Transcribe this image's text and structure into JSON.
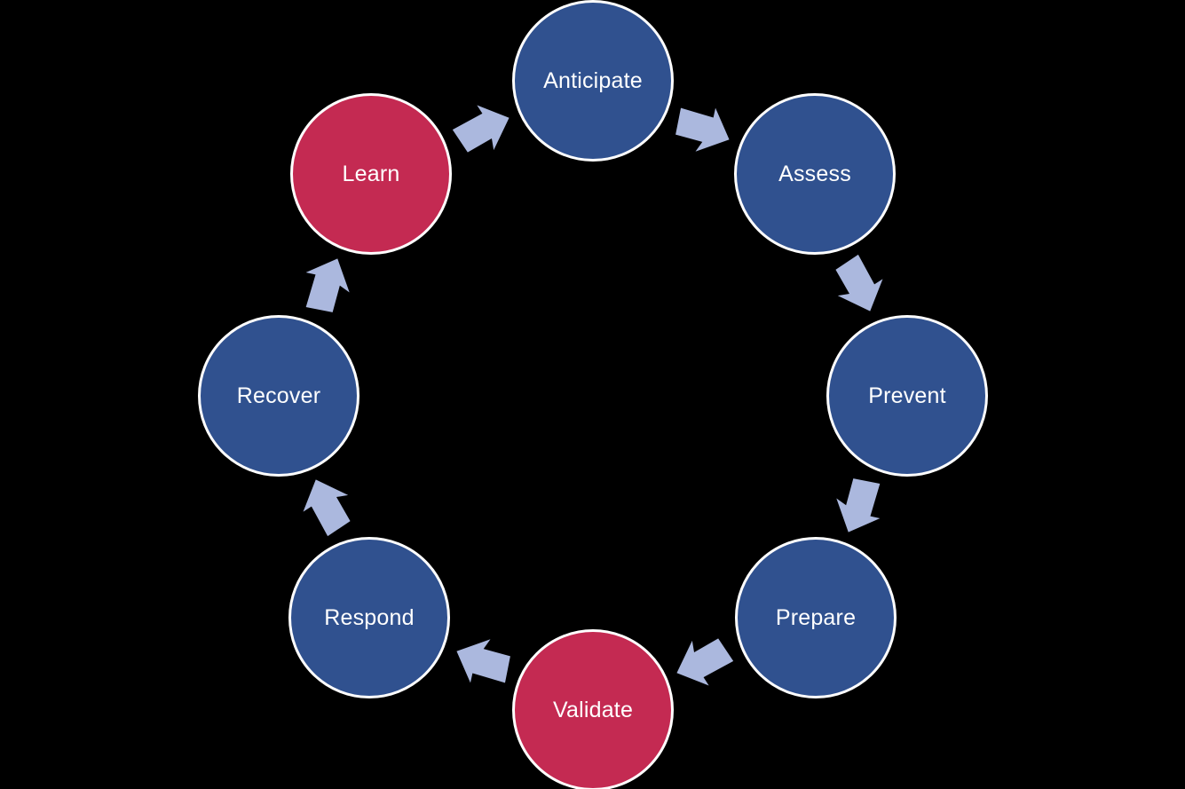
{
  "diagram": {
    "type": "cycle",
    "direction": "clockwise",
    "colors": {
      "blue": "#30518F",
      "red": "#C42A52",
      "arrow": "#ABB8DE",
      "border": "#FFFFFF",
      "text": "#FFFFFF",
      "background": "#000000"
    },
    "nodes": [
      {
        "label": "Anticipate",
        "color": "blue",
        "position": "top"
      },
      {
        "label": "Assess",
        "color": "blue",
        "position": "top-right"
      },
      {
        "label": "Prevent",
        "color": "blue",
        "position": "right"
      },
      {
        "label": "Prepare",
        "color": "blue",
        "position": "bottom-right"
      },
      {
        "label": "Validate",
        "color": "red",
        "position": "bottom"
      },
      {
        "label": "Respond",
        "color": "blue",
        "position": "bottom-left"
      },
      {
        "label": "Recover",
        "color": "blue",
        "position": "left"
      },
      {
        "label": "Learn",
        "color": "red",
        "position": "top-left"
      }
    ],
    "arrows": [
      {
        "from": "Learn",
        "to": "Anticipate"
      },
      {
        "from": "Anticipate",
        "to": "Assess"
      },
      {
        "from": "Assess",
        "to": "Prevent"
      },
      {
        "from": "Prevent",
        "to": "Prepare"
      },
      {
        "from": "Prepare",
        "to": "Validate"
      },
      {
        "from": "Validate",
        "to": "Respond"
      },
      {
        "from": "Respond",
        "to": "Recover"
      },
      {
        "from": "Recover",
        "to": "Learn"
      }
    ]
  }
}
